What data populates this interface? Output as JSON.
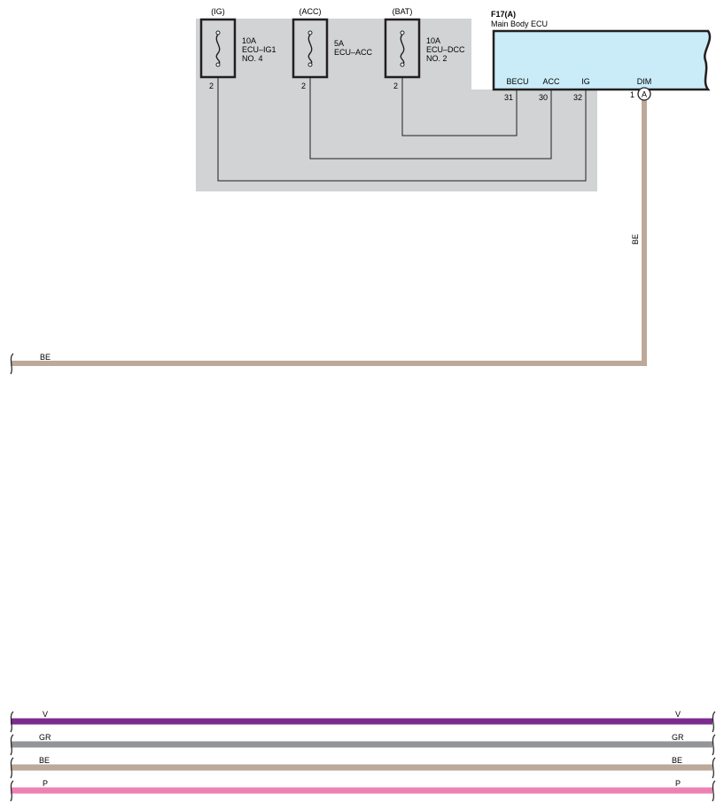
{
  "fuses": [
    {
      "supply": "(IG)",
      "rating": "10A",
      "name": "ECU–IG1",
      "name2": "NO. 4",
      "pin": "2"
    },
    {
      "supply": "(ACC)",
      "rating": "5A",
      "name": "ECU–ACC",
      "name2": "",
      "pin": "2"
    },
    {
      "supply": "(BAT)",
      "rating": "10A",
      "name": "ECU–DCC",
      "name2": "NO. 2",
      "pin": "2"
    }
  ],
  "ecu": {
    "code": "F17(A)",
    "name": "Main Body ECU",
    "terminals": [
      {
        "label": "BECU",
        "pin": "31"
      },
      {
        "label": "ACC",
        "pin": "30"
      },
      {
        "label": "IG",
        "pin": "32"
      },
      {
        "label": "DIM",
        "pin": "1"
      }
    ],
    "connector_letter": "A"
  },
  "wires": {
    "dim_vertical_label": "BE",
    "dim_horizontal_label": "BE"
  },
  "legend": [
    {
      "code": "V",
      "color": "#7b2d8e"
    },
    {
      "code": "GR",
      "color": "#939598"
    },
    {
      "code": "BE",
      "color": "#bda999"
    },
    {
      "code": "P",
      "color": "#ec82b3"
    }
  ],
  "colors": {
    "junction_block": "#d1d3d4",
    "ecu_fill": "#c9ecf8",
    "wire_be": "#bda999"
  }
}
